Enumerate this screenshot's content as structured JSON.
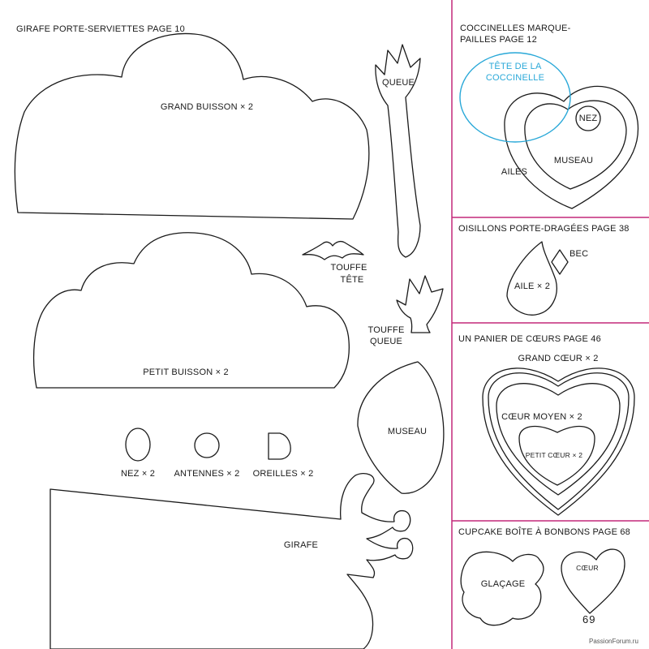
{
  "colors": {
    "divider": "#c4287a",
    "highlight": "#29a8d8",
    "ink": "#1a1a1a"
  },
  "left_panel": {
    "title": "GIRAFE PORTE-SERVIETTES PAGE 10",
    "labels": {
      "grand_buisson": "GRAND BUISSON × 2",
      "queue": "QUEUE",
      "touffe_tete": [
        "TOUFFE",
        "TÊTE"
      ],
      "petit_buisson": "PETIT BUISSON × 2",
      "touffe_queue": [
        "TOUFFE",
        "QUEUE"
      ],
      "museau": "MUSEAU",
      "nez": "NEZ × 2",
      "antennes": "ANTENNES × 2",
      "oreilles": "OREILLES × 2",
      "girafe": "GIRAFE"
    }
  },
  "right_panels": {
    "coccinelles": {
      "title": [
        "COCCINELLES MARQUE-",
        "PAILLES PAGE 12"
      ],
      "labels": {
        "tete": [
          "TÊTE DE LA",
          "COCCINELLE"
        ],
        "nez": "NEZ",
        "museau": "MUSEAU",
        "ailes": "AILES"
      }
    },
    "oisillons": {
      "title": "OISILLONS PORTE-DRAGÉES PAGE 38",
      "labels": {
        "bec": "BEC",
        "aile": "AILE × 2"
      }
    },
    "panier": {
      "title": "UN PANIER DE CŒURS  PAGE 46",
      "labels": {
        "grand": "GRAND CŒUR × 2",
        "moyen": "CŒUR MOYEN × 2",
        "petit": "PETIT CŒUR × 2"
      }
    },
    "cupcake": {
      "title": "CUPCAKE BOÎTE À BONBONS  PAGE 68",
      "labels": {
        "glacage": "GLAÇAGE",
        "coeur": "CŒUR"
      }
    }
  },
  "page_number": "69",
  "watermark": "PassionForum.ru"
}
